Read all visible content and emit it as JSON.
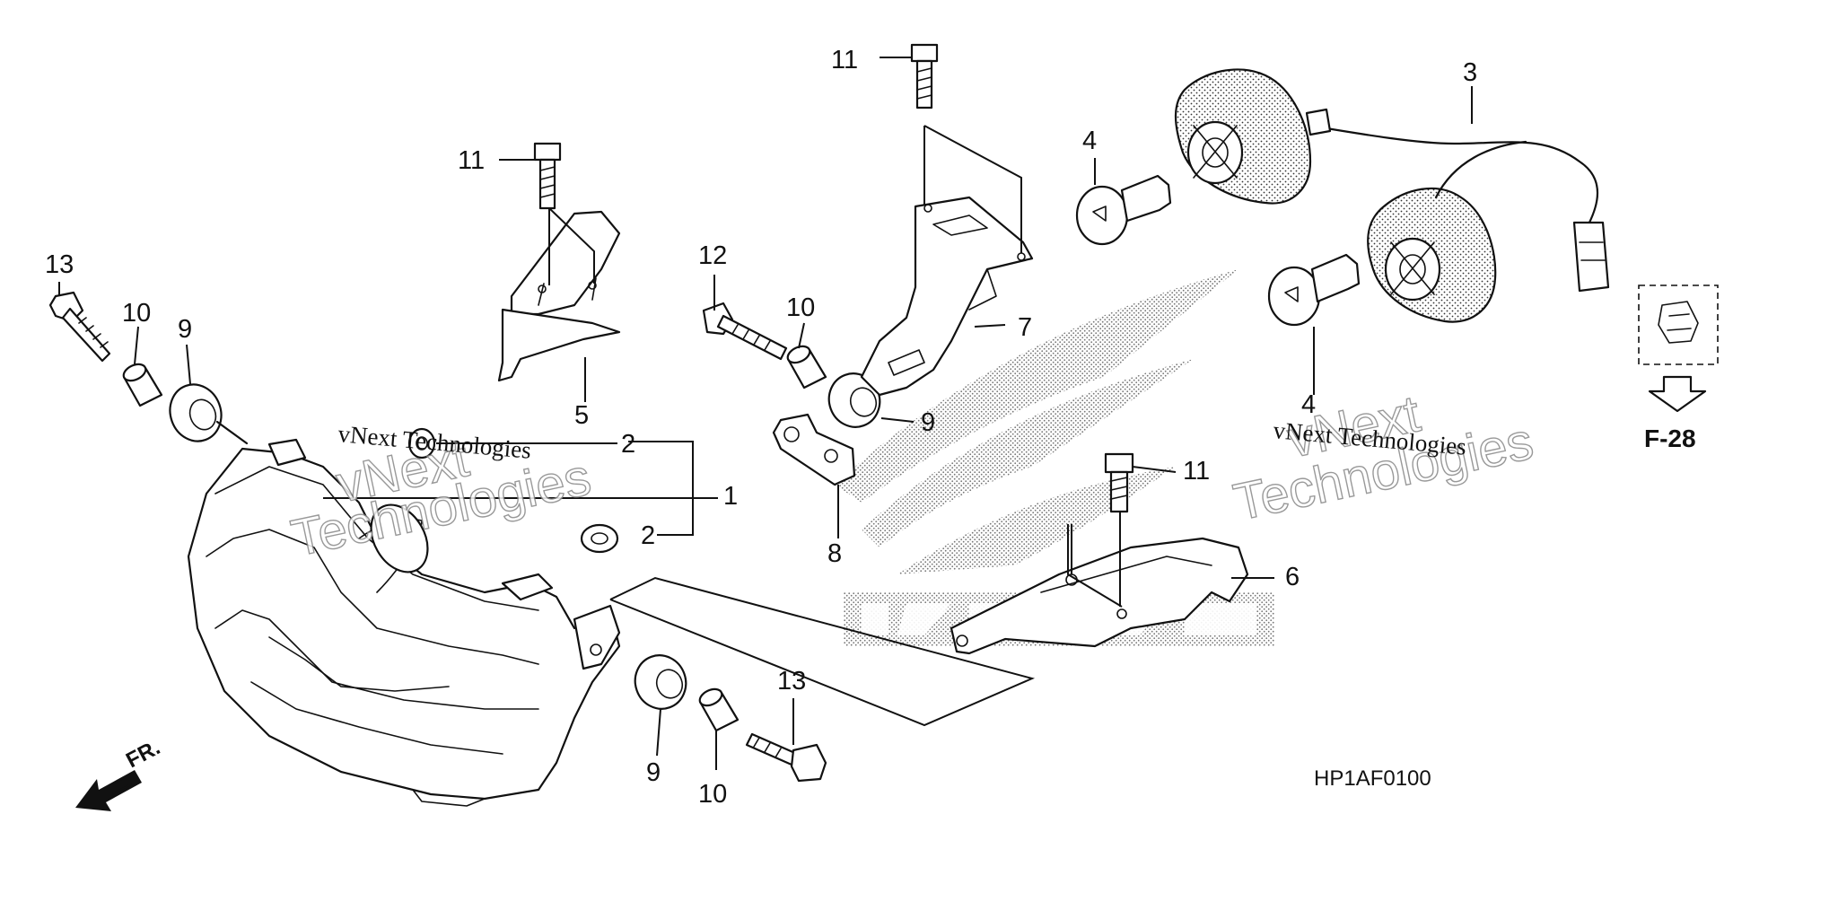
{
  "callouts": {
    "c1": "1",
    "c2a": "2",
    "c2b": "2",
    "c3": "3",
    "c4a": "4",
    "c4b": "4",
    "c5": "5",
    "c6": "6",
    "c7": "7",
    "c8": "8",
    "c9a": "9",
    "c9b": "9",
    "c9c": "9",
    "c10a": "10",
    "c10b": "10",
    "c10c": "10",
    "c11a": "11",
    "c11b": "11",
    "c11c": "11",
    "c12": "12",
    "c13a": "13",
    "c13b": "13"
  },
  "watermarks": {
    "left_serif": "vNext Technologies",
    "right_serif": "vNext Technologies",
    "left_ghost_1": "vNext",
    "left_ghost_2": "Technologies",
    "right_ghost_1": "vNext",
    "right_ghost_2": "Technologies"
  },
  "diagram_code": "HP1AF0100",
  "reference": "F-28",
  "direction_label": "FR.",
  "colors": {
    "ink": "#111111",
    "background": "#ffffff",
    "watermark": "#888888"
  }
}
